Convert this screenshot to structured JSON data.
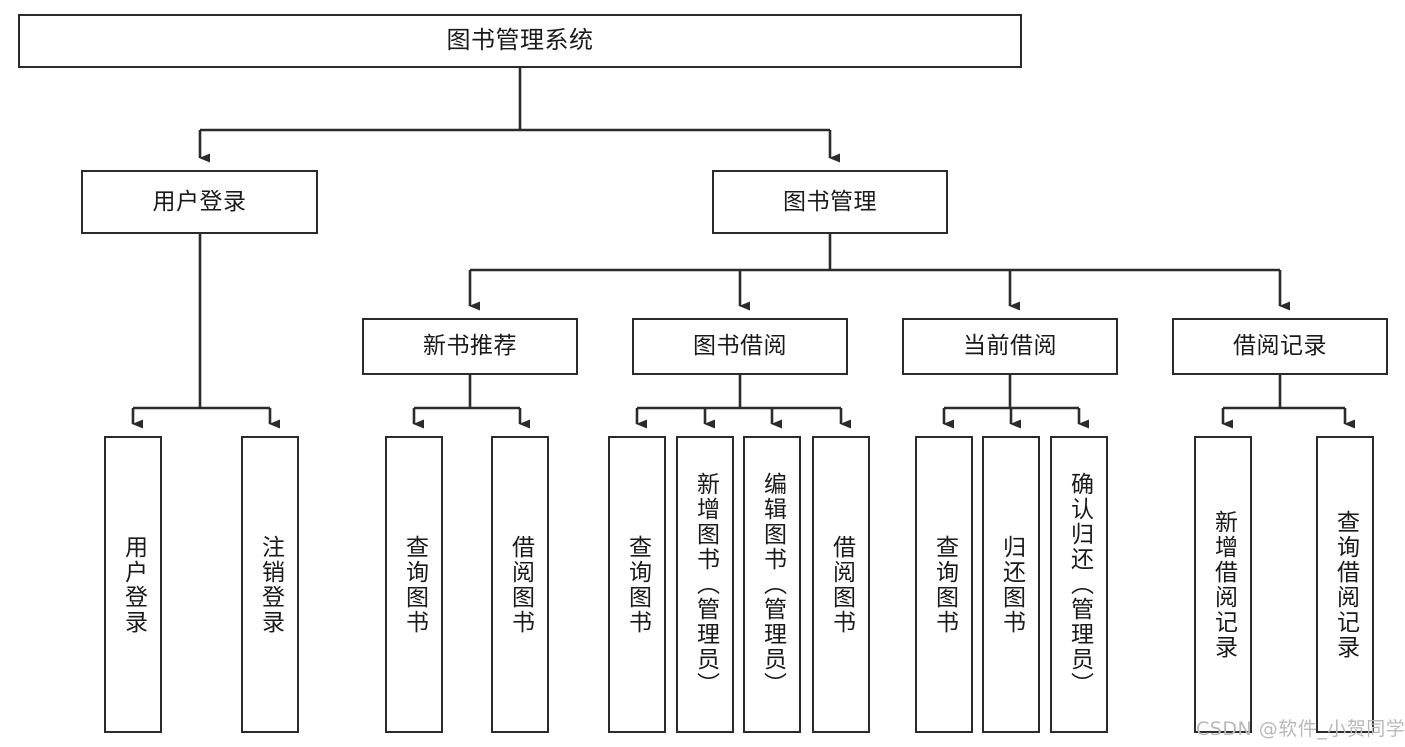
{
  "diagram": {
    "title": "图书管理系统",
    "type": "tree-hierarchy-chart",
    "watermark": "CSDN @软件_小贺同学",
    "colors": {
      "box_border": "#2b2b2b",
      "box_fill": "#ffffff",
      "connector": "#2b2b2b",
      "text": "#1a1a1a",
      "watermark": "#b9b9b9",
      "background": "#ffffff"
    },
    "root": {
      "id": "root",
      "label": "图书管理系统"
    },
    "level2": [
      {
        "id": "user-login",
        "label": "用户登录"
      },
      {
        "id": "book-management",
        "label": "图书管理"
      }
    ],
    "level3": [
      {
        "id": "new-book-recommend",
        "label": "新书推荐",
        "parent": "book-management"
      },
      {
        "id": "book-borrow",
        "label": "图书借阅",
        "parent": "book-management"
      },
      {
        "id": "current-borrow",
        "label": "当前借阅",
        "parent": "book-management"
      },
      {
        "id": "borrow-record",
        "label": "借阅记录",
        "parent": "book-management"
      }
    ],
    "leaves": {
      "user-login": [
        {
          "id": "leaf-user-login",
          "label": "用户登录"
        },
        {
          "id": "leaf-user-logout",
          "label": "注销登录"
        }
      ],
      "new-book-recommend": [
        {
          "id": "leaf-query-book-1",
          "label": "查询图书"
        },
        {
          "id": "leaf-borrow-book-1",
          "label": "借阅图书"
        }
      ],
      "book-borrow": [
        {
          "id": "leaf-query-book-2",
          "label": "查询图书"
        },
        {
          "id": "leaf-add-book",
          "label": "新增图书（管理员）"
        },
        {
          "id": "leaf-edit-book",
          "label": "编辑图书（管理员）"
        },
        {
          "id": "leaf-borrow-book-2",
          "label": "借阅图书"
        }
      ],
      "current-borrow": [
        {
          "id": "leaf-query-book-3",
          "label": "查询图书"
        },
        {
          "id": "leaf-return-book",
          "label": "归还图书"
        },
        {
          "id": "leaf-confirm-return",
          "label": "确认归还（管理员）"
        }
      ],
      "borrow-record": [
        {
          "id": "leaf-add-record",
          "label": "新增借阅记录"
        },
        {
          "id": "leaf-query-record",
          "label": "查询借阅记录"
        }
      ]
    }
  }
}
